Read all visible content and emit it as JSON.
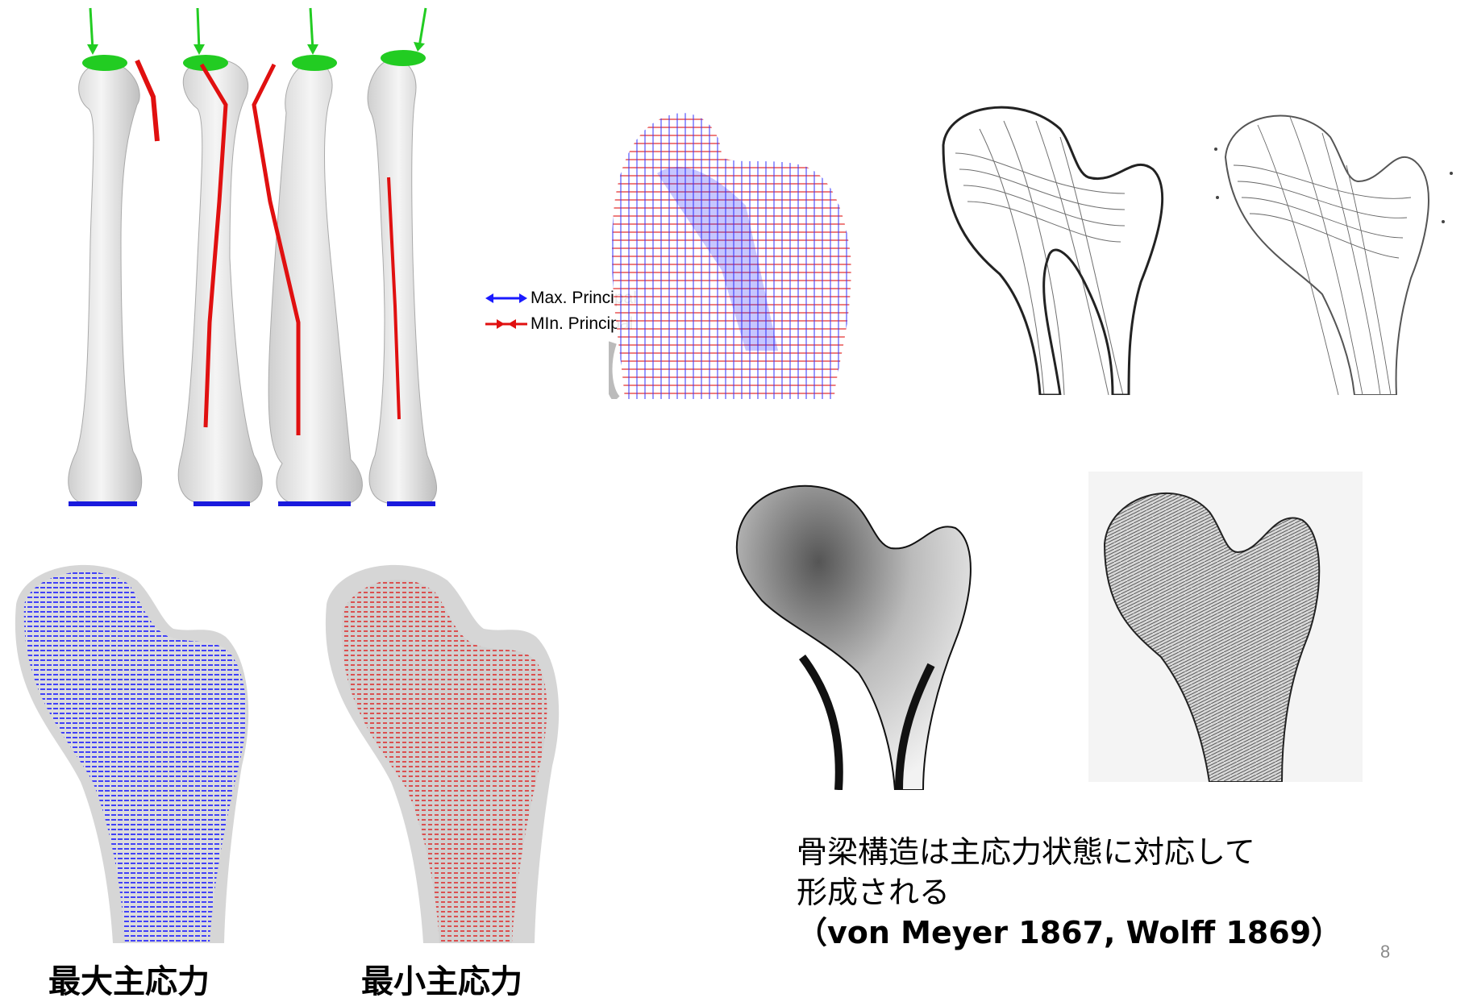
{
  "legend": {
    "max_label": "Max. Principal",
    "min_label": "MIn. Principal",
    "max_color": "#1a1aff",
    "min_color": "#e01010"
  },
  "captions": {
    "max_stress": "最大主応力",
    "min_stress": "最小主応力"
  },
  "body": {
    "line1": "骨梁構造は主応力状態に対応して",
    "line2": "形成される",
    "line3": "（von Meyer 1867, Wolff 1869）"
  },
  "page_number": "8",
  "colors": {
    "bone": "#e6e6e6",
    "load_arrow": "#22cc22",
    "support": "#1a1add",
    "stress_red": "#e01010",
    "stress_blue": "#1a1aff"
  }
}
